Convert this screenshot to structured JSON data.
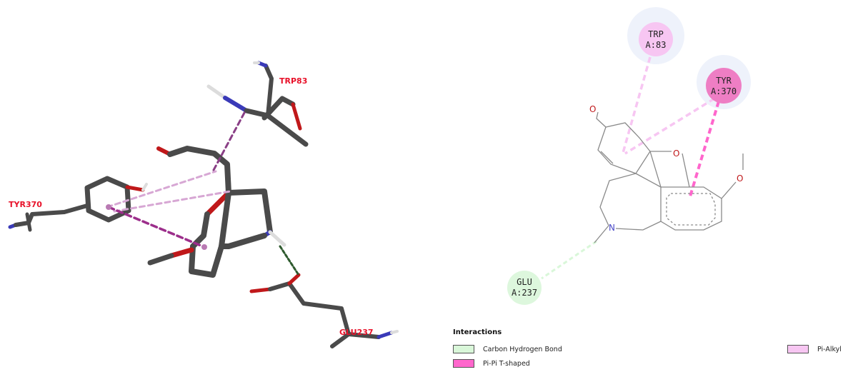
{
  "view3d": {
    "labels": {
      "trp": "TRP83",
      "tyr": "TYR370",
      "glu": "GLU237"
    }
  },
  "diagram2d": {
    "residues": {
      "trp": {
        "name": "TRP",
        "id": "A:83"
      },
      "tyr": {
        "name": "TYR",
        "id": "A:370"
      },
      "glu": {
        "name": "GLU",
        "id": "A:237"
      }
    },
    "atoms": {
      "o_hydroxyl": "O",
      "o_ether": "O",
      "o_methoxy": "O",
      "n_amine": "N"
    }
  },
  "legend": {
    "title": "Interactions",
    "items": [
      {
        "label": "Carbon Hydrogen Bond",
        "color": "#d9f7d9"
      },
      {
        "label": "Pi-Pi T-shaped",
        "color": "#ff66cc"
      },
      {
        "label": "Pi-Alkyl",
        "color": "#f7c6f2"
      }
    ]
  },
  "colors": {
    "carbon": "#4a4a4a",
    "oxygen": "#c0181a",
    "nitrogen": "#3a3ab8",
    "hydrogen": "#dcdcdc",
    "pi_alkyl": "#f7c6f2",
    "pi_pi": "#ff66cc",
    "c_h_bond": "#d9f7d9"
  }
}
